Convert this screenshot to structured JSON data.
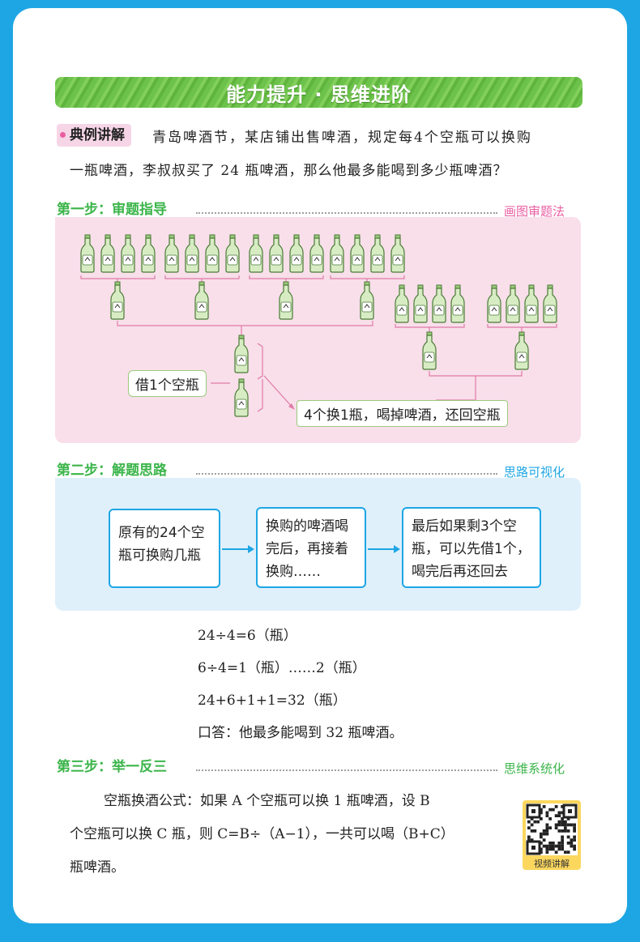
{
  "title": "能力提升 · 思维进阶",
  "example": {
    "tag": "典例讲解",
    "line1": "青岛啤酒节，某店铺出售啤酒，规定每4个空瓶可以换购",
    "line2": "一瓶啤酒，李叔叔买了 24 瓶啤酒，那么他最多能喝到多少瓶啤酒？"
  },
  "step1": {
    "title": "第一步：审题指导",
    "tag": "画图审题法",
    "borrow_label": "借1个空瓶",
    "rule_label": "4个换1瓶，喝掉啤酒，还回空瓶"
  },
  "step2": {
    "title": "第二步：解题思路",
    "tag": "思路可视化",
    "box1": "原有的24个空瓶可换购几瓶",
    "box2": "换购的啤酒喝完后，再接着换购……",
    "box3": "最后如果剩3个空瓶，可以先借1个，喝完后再还回去"
  },
  "calc": {
    "line1": "24÷4=6（瓶）",
    "line2": "6÷4=1（瓶）……2（瓶）",
    "line3": "24+6+1+1=32（瓶）",
    "answer": "口答：他最多能喝到 32 瓶啤酒。"
  },
  "step3": {
    "title": "第三步：举一反三",
    "tag": "思维系统化",
    "line1": "空瓶换酒公式：如果 A 个空瓶可以换 1 瓶啤酒，设 B",
    "line2": "个空瓶可以换 C 瓶，则 C=B÷（A−1），一共可以喝（B+C）",
    "line3": "瓶啤酒。"
  },
  "qr_caption": "视频讲解",
  "colors": {
    "frame": "#1ea6e4",
    "banner": "#6cc24a",
    "pink": "#f8dfea",
    "blue": "#dff0fb",
    "accent": "#ea5ea1"
  }
}
